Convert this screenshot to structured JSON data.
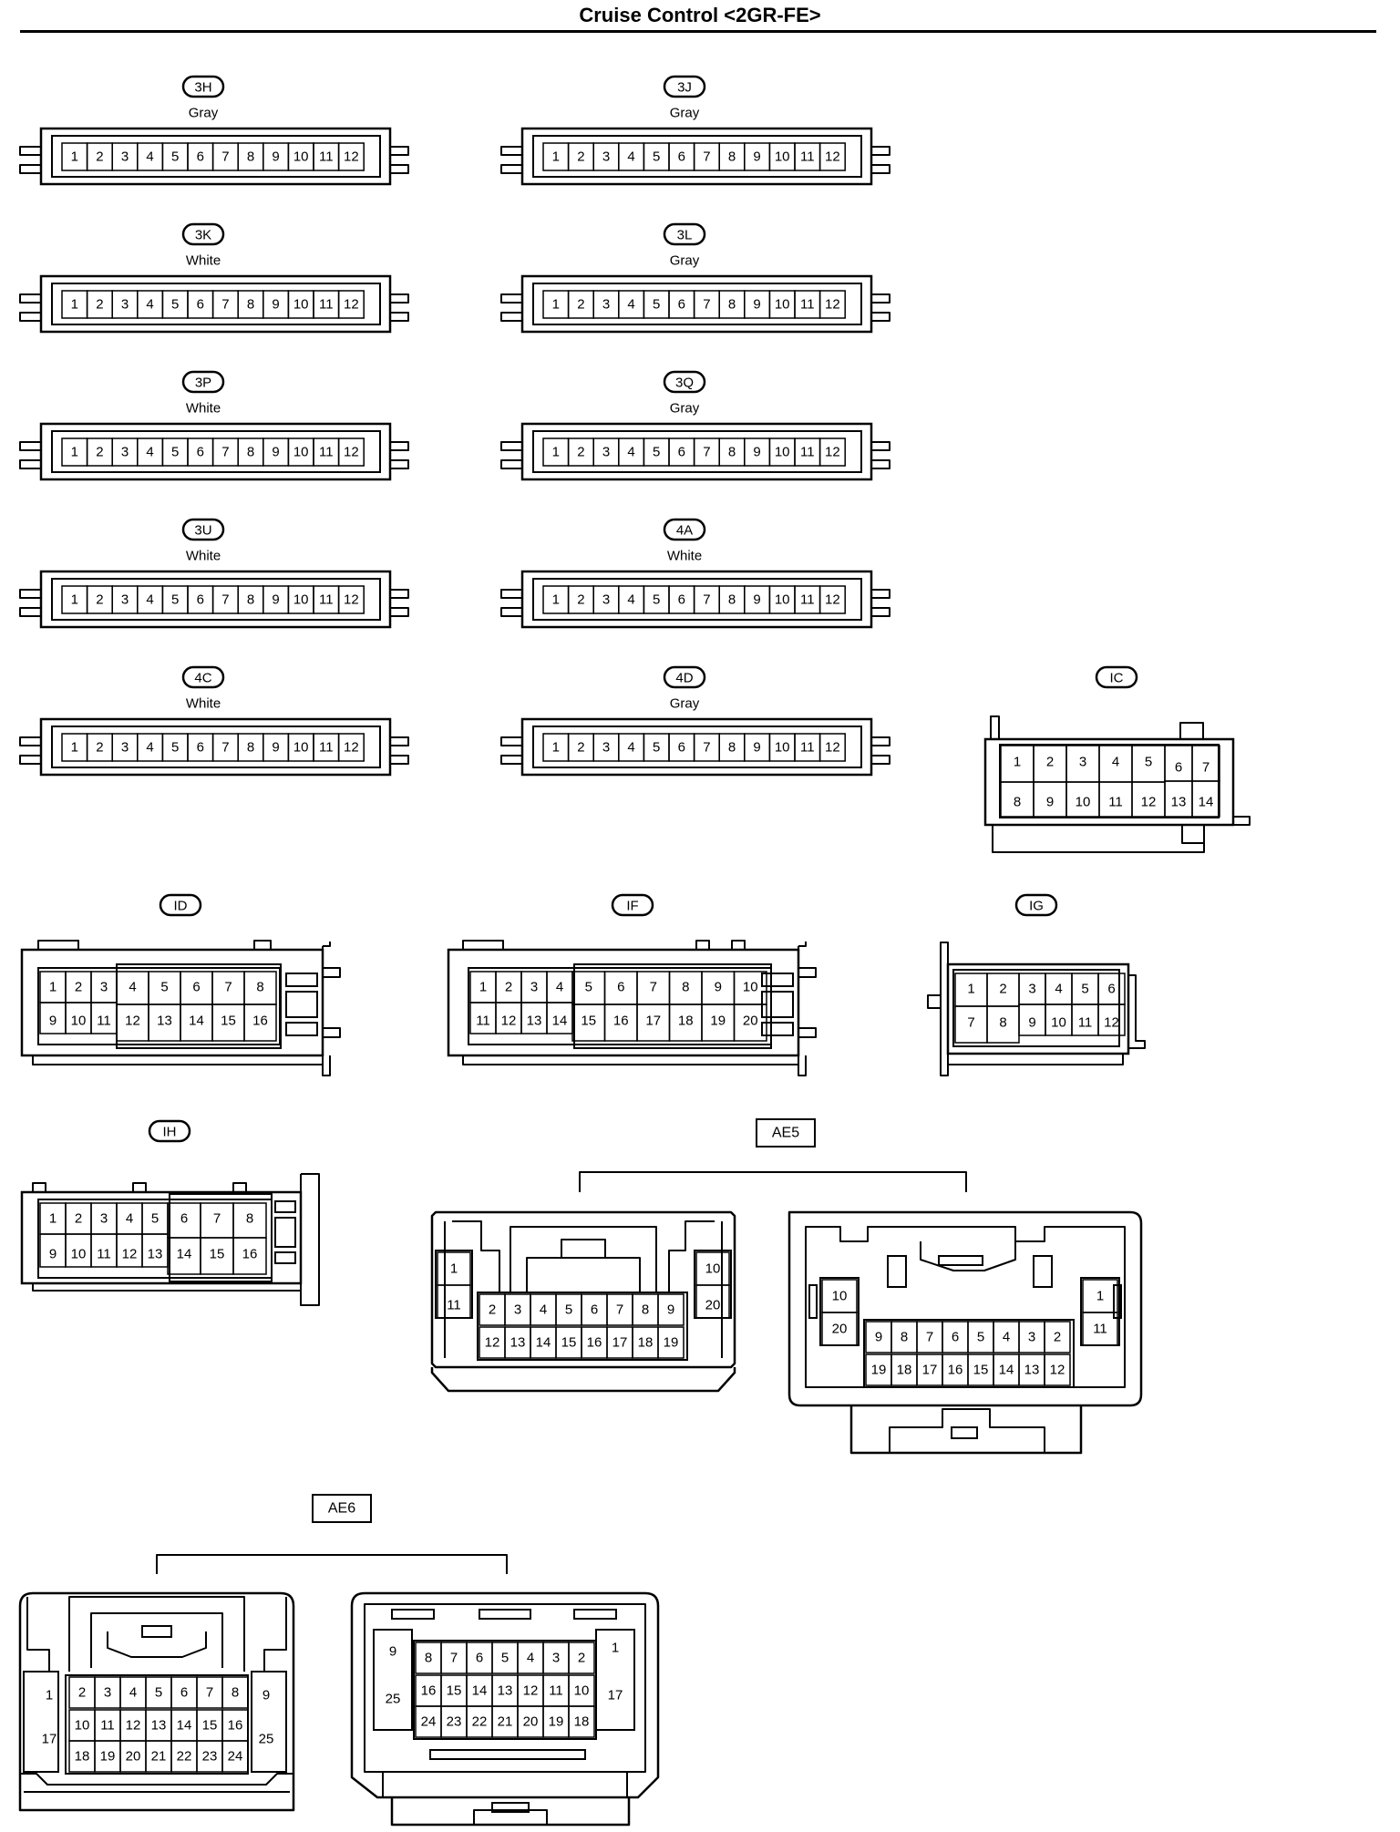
{
  "title": "Cruise Control <2GR-FE>",
  "strip_pins": [
    "1",
    "2",
    "3",
    "4",
    "5",
    "6",
    "7",
    "8",
    "9",
    "10",
    "11",
    "12"
  ],
  "strip_connectors": [
    {
      "id": "3H",
      "color": "Gray"
    },
    {
      "id": "3J",
      "color": "Gray"
    },
    {
      "id": "3K",
      "color": "White"
    },
    {
      "id": "3L",
      "color": "Gray"
    },
    {
      "id": "3P",
      "color": "White"
    },
    {
      "id": "3Q",
      "color": "Gray"
    },
    {
      "id": "3U",
      "color": "White"
    },
    {
      "id": "4A",
      "color": "White"
    },
    {
      "id": "4C",
      "color": "White"
    },
    {
      "id": "4D",
      "color": "Gray"
    }
  ],
  "ic": {
    "id": "IC",
    "color": "White",
    "row1": [
      "1",
      "2",
      "3",
      "4",
      "5",
      "6",
      "7"
    ],
    "row2": [
      "8",
      "9",
      "10",
      "11",
      "12",
      "13",
      "14"
    ]
  },
  "id": {
    "id": "ID",
    "color": "White",
    "row1": [
      "1",
      "2",
      "3",
      "4",
      "5",
      "6",
      "7",
      "8"
    ],
    "row2": [
      "9",
      "10",
      "11",
      "12",
      "13",
      "14",
      "15",
      "16"
    ]
  },
  "if": {
    "id": "IF",
    "color": "White",
    "row1": [
      "1",
      "2",
      "3",
      "4",
      "5",
      "6",
      "7",
      "8",
      "9",
      "10"
    ],
    "row2": [
      "11",
      "12",
      "13",
      "14",
      "15",
      "16",
      "17",
      "18",
      "19",
      "20"
    ]
  },
  "ig": {
    "id": "IG",
    "color": "White",
    "row1": [
      "1",
      "2",
      "3",
      "4",
      "5",
      "6"
    ],
    "row2": [
      "7",
      "8",
      "9",
      "10",
      "11",
      "12"
    ]
  },
  "ih": {
    "id": "IH",
    "color": "White",
    "row1": [
      "1",
      "2",
      "3",
      "4",
      "5",
      "6",
      "7",
      "8"
    ],
    "row2": [
      "9",
      "10",
      "11",
      "12",
      "13",
      "14",
      "15",
      "16"
    ]
  },
  "ae5": {
    "id": "AE5",
    "color": "White",
    "left": {
      "outer_left": [
        "1",
        "11"
      ],
      "outer_right": [
        "10",
        "20"
      ],
      "row1": [
        "2",
        "3",
        "4",
        "5",
        "6",
        "7",
        "8",
        "9"
      ],
      "row2": [
        "12",
        "13",
        "14",
        "15",
        "16",
        "17",
        "18",
        "19"
      ]
    },
    "right": {
      "outer_left": [
        "10",
        "20"
      ],
      "outer_right": [
        "1",
        "11"
      ],
      "row1": [
        "9",
        "8",
        "7",
        "6",
        "5",
        "4",
        "3",
        "2"
      ],
      "row2": [
        "19",
        "18",
        "17",
        "16",
        "15",
        "14",
        "13",
        "12"
      ]
    }
  },
  "ae6": {
    "id": "AE6",
    "color": "Gray",
    "left": {
      "outer_left": [
        "1",
        "17"
      ],
      "outer_right": [
        "9",
        "25"
      ],
      "row1": [
        "2",
        "3",
        "4",
        "5",
        "6",
        "7",
        "8"
      ],
      "row2": [
        "10",
        "11",
        "12",
        "13",
        "14",
        "15",
        "16"
      ],
      "row3": [
        "18",
        "19",
        "20",
        "21",
        "22",
        "23",
        "24"
      ]
    },
    "right": {
      "outer_left": [
        "9",
        "25"
      ],
      "outer_right": [
        "1",
        "17"
      ],
      "row1": [
        "8",
        "7",
        "6",
        "5",
        "4",
        "3",
        "2"
      ],
      "row2": [
        "16",
        "15",
        "14",
        "13",
        "12",
        "11",
        "10"
      ],
      "row3": [
        "24",
        "23",
        "22",
        "21",
        "20",
        "19",
        "18"
      ]
    }
  }
}
